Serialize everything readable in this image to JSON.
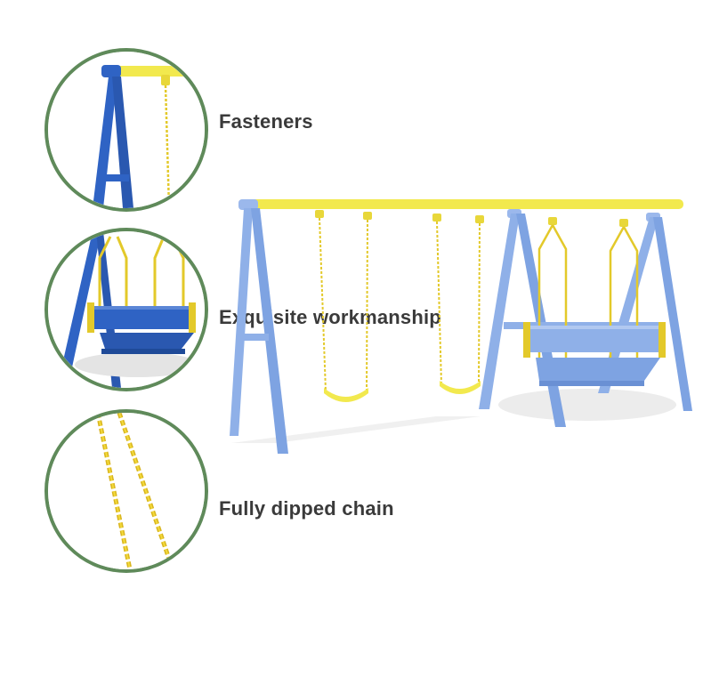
{
  "features": [
    {
      "label": "Fasteners",
      "icon": "frame-fastener-closeup"
    },
    {
      "label": "Exquisite workmanship",
      "icon": "bench-seat-closeup"
    },
    {
      "label": "Fully dipped chain",
      "icon": "chain-closeup"
    }
  ],
  "colors": {
    "frame_blue": "#2f63c4",
    "frame_light_blue": "#8fb0e8",
    "top_bar_yellow": "#f2e94e",
    "chain_yellow": "#e3c92a",
    "circle_border": "#5f8a5a",
    "label_text": "#3a3a3a"
  }
}
